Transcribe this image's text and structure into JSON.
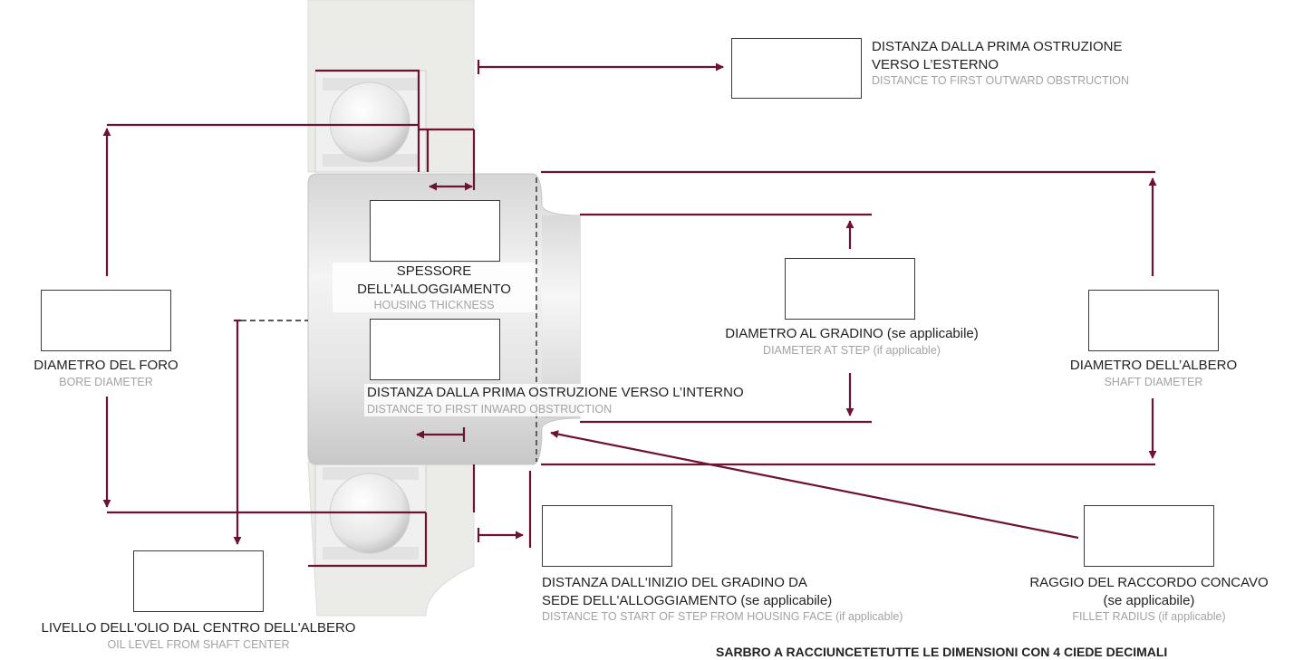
{
  "colors": {
    "line": "#6e1232",
    "housing": "#ebebe8",
    "shaft": "#dcdcdc",
    "box_border": "#3a3a3a",
    "english_text": "#a3a3a3"
  },
  "labels": {
    "outward": {
      "it1": "DISTANZA DALLA PRIMA OSTRUZIONE",
      "it2": "VERSO L’ESTERNO",
      "en": "DISTANCE TO FIRST OUTWARD OBSTRUCTION"
    },
    "housing_thickness": {
      "it1": "SPESSORE",
      "it2": "DELL’ALLOGGIAMENTO",
      "en": "HOUSING THICKNESS"
    },
    "inward": {
      "it": "DISTANZA DALLA PRIMA OSTRUZIONE VERSO L’INTERNO",
      "en": "DISTANCE TO FIRST INWARD OBSTRUCTION"
    },
    "step_diameter": {
      "it": "DIAMETRO AL GRADINO (se applicabile)",
      "en": "DIAMETER AT STEP (if applicable)"
    },
    "shaft_diameter": {
      "it": "DIAMETRO DELL’ALBERO",
      "en": "SHAFT DIAMETER"
    },
    "bore_diameter": {
      "it": "DIAMETRO DEL FORO",
      "en": "BORE DIAMETER"
    },
    "step_start": {
      "it1": "DISTANZA DALL'INIZIO DEL GRADINO DA",
      "it2": "SEDE DELL'ALLOGGIAMENTO (se applicabile)",
      "en": "DISTANCE TO START OF STEP FROM HOUSING FACE (if applicable)"
    },
    "fillet": {
      "it1": "RAGGIO DEL RACCORDO CONCAVO",
      "it2": "(se applicabile)",
      "en": "FILLET RADIUS (if applicable)"
    },
    "oil_level": {
      "it": "LIVELLO DELL'OLIO DAL CENTRO DELL'ALBERO",
      "en": "OIL LEVEL FROM SHAFT CENTER"
    },
    "footer": "SARBRO A RACCIUNCETETUTTE LE DIMENSIONI CON 4 CIEDE DECIMALI"
  },
  "inputs": {
    "outward": "",
    "housing_thickness": "",
    "inward": "",
    "step_diameter": "",
    "shaft_diameter": "",
    "bore_diameter": "",
    "step_start": "",
    "fillet": "",
    "oil_level": ""
  }
}
